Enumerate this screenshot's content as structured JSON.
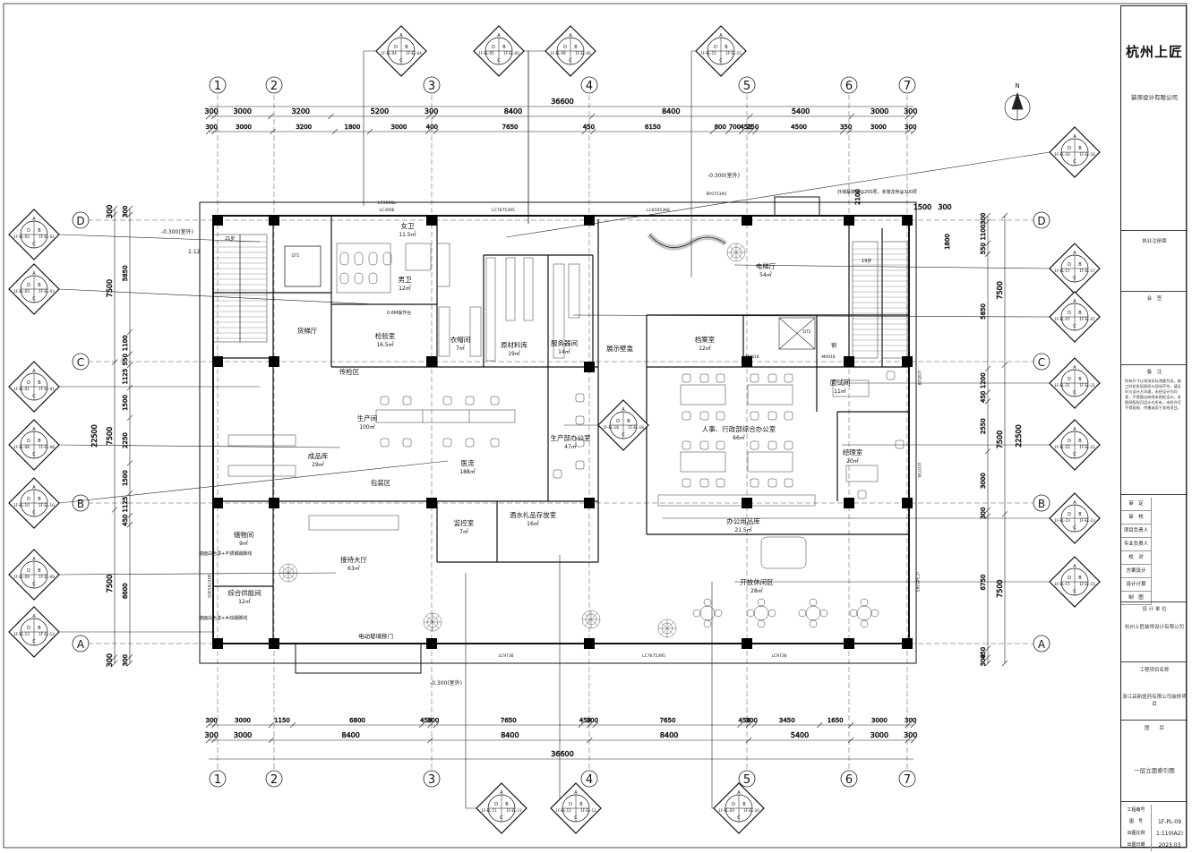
{
  "grid": {
    "columns": [
      "1",
      "2",
      "3",
      "4",
      "5",
      "6",
      "7"
    ],
    "rows": [
      "D",
      "C",
      "B",
      "A"
    ]
  },
  "dimensions": {
    "top_total": "36600",
    "top_row1": [
      "300",
      "3000",
      "3200",
      "5200",
      "300",
      "8400",
      "8400",
      "5400",
      "3000",
      "300"
    ],
    "top_row2": [
      "300",
      "3000",
      "3200",
      "1800",
      "3000",
      "400",
      "7650",
      "450",
      "6150",
      "800",
      "700",
      "450",
      "250",
      "4500",
      "350",
      "3000",
      "300"
    ],
    "bottom_row1": [
      "300",
      "3000",
      "1150",
      "6800",
      "450",
      "300",
      "7650",
      "450",
      "300",
      "7650",
      "450",
      "300",
      "3450",
      "1650",
      "3000",
      "300"
    ],
    "bottom_row2": [
      "300",
      "3000",
      "8400",
      "8400",
      "8400",
      "5400",
      "3000",
      "300"
    ],
    "bottom_total": "36600",
    "left_total": "22500",
    "left_outer": [
      "300",
      "7500",
      "7500",
      "7500",
      "300"
    ],
    "left_inner": [
      "300",
      "5850",
      "1100",
      "550",
      "1125",
      "1500",
      "2250",
      "1500",
      "1125",
      "450",
      "6600",
      "300"
    ],
    "right_total": "22500",
    "right_outer": [
      "7500",
      "7500",
      "7500"
    ],
    "right_inner": [
      "300",
      "1100",
      "550",
      "5850",
      "1200",
      "450",
      "2550",
      "3000",
      "300",
      "6750",
      "450",
      "300"
    ],
    "right_top_pair": [
      "1500",
      "300"
    ],
    "right_top_extra": [
      "1800",
      "2100"
    ]
  },
  "rooms": [
    {
      "id": "female-wc",
      "name": "女卫",
      "area": "11.5㎡"
    },
    {
      "id": "male-wc",
      "name": "男卫",
      "area": "12㎡"
    },
    {
      "id": "freight-lobby",
      "name": "货梯厅",
      "area": ""
    },
    {
      "id": "inspection",
      "name": "检验室",
      "area": "16.5㎡"
    },
    {
      "id": "changing",
      "name": "衣帽间",
      "area": "7㎡"
    },
    {
      "id": "raw-storage",
      "name": "原材料库",
      "area": "19㎡"
    },
    {
      "id": "server",
      "name": "服务器间",
      "area": "14㎡"
    },
    {
      "id": "transfer",
      "name": "传检区",
      "area": ""
    },
    {
      "id": "production",
      "name": "生产间",
      "area": "100㎡"
    },
    {
      "id": "finished",
      "name": "成品库",
      "area": "29㎡"
    },
    {
      "id": "packing",
      "name": "包装区",
      "area": ""
    },
    {
      "id": "corridor",
      "name": "医流",
      "area": "188㎡"
    },
    {
      "id": "prod-office",
      "name": "生产部办公室",
      "area": "47㎡"
    },
    {
      "id": "display",
      "name": "展示壁龛",
      "area": ""
    },
    {
      "id": "elevator-lobby",
      "name": "电梯厅",
      "area": "54㎡"
    },
    {
      "id": "archive",
      "name": "档案室",
      "area": "12㎡"
    },
    {
      "id": "interview",
      "name": "面试间",
      "area": "11㎡"
    },
    {
      "id": "hr-office",
      "name": "人事、行政部综合办公室",
      "area": "66㎡"
    },
    {
      "id": "manager",
      "name": "经理室",
      "area": "20㎡"
    },
    {
      "id": "storage",
      "name": "储物间",
      "area": "9㎡"
    },
    {
      "id": "reception",
      "name": "接待大厅",
      "area": "63㎡"
    },
    {
      "id": "monitor",
      "name": "监控室",
      "area": "7㎡"
    },
    {
      "id": "wine-store",
      "name": "酒水礼品存放室",
      "area": "16㎡"
    },
    {
      "id": "office-supply",
      "name": "办公用品库",
      "area": "21.5㎡"
    },
    {
      "id": "leisure",
      "name": "开放休闲区",
      "area": "28㎡"
    },
    {
      "id": "utility",
      "name": "综合供能间",
      "area": "12㎡"
    }
  ],
  "labels": {
    "bench": "0.6M操作台",
    "auto_door": "电动玻璃移门",
    "stair_left": "21步",
    "stair_right": "19步",
    "level_top": "-0.300(室外)",
    "level_top2": "-0.300(室外)",
    "level_bottom": "-0.300(室外)",
    "glass_wall": "外墙幕玻璃@200厚，未墙龙骨@300厚",
    "wall_note_1": "墙面白色漆+不锈钢踢脚线",
    "wall_note_2": "墙面白色漆+木纹踢脚线",
    "ramp": "1:12",
    "steel": "钢",
    "door_tags": [
      "LC3006b",
      "LC3006",
      "LC7675395",
      "LC6505368",
      "BY075395",
      "M0818",
      "M0918",
      "LC8528",
      "LC0736",
      "LC9736",
      "LC7675395",
      "LC9736",
      "LC345395",
      "BY0765305",
      "DT1",
      "DT2"
    ]
  },
  "elevation_markers": {
    "top": [
      {
        "n": "A",
        "s": "D",
        "w": "1F-EL-04",
        "e": "1F-EL-04",
        "c": "C"
      },
      {
        "n": "A",
        "s": "D",
        "w": "1F-EL-05",
        "e": "1F-EL-05",
        "c": "C"
      },
      {
        "n": "A",
        "s": "D",
        "w": "1F-EL-06",
        "e": "1F-EL-06",
        "c": "C"
      },
      {
        "n": "A",
        "s": "D",
        "w": "1F-EL-15",
        "e": "1F-EL-15",
        "c": "C"
      }
    ],
    "bottom": [
      {
        "n": "A",
        "s": "D",
        "w": "1F-EL-11",
        "e": "1F-EL-11",
        "c": "C"
      },
      {
        "n": "A",
        "s": "D",
        "w": "1F-EL-12",
        "e": "1F-EL-12",
        "c": "C"
      },
      {
        "n": "A",
        "s": "D",
        "w": "1F-EL-20",
        "e": "1F-EL-20",
        "c": "C"
      }
    ],
    "left": [
      {
        "n": "A",
        "s": "D",
        "w": "1F-EL-02",
        "e": "1F-EL-02",
        "c": "C"
      },
      {
        "n": "A",
        "s": "D",
        "w": "1F-EL-03",
        "e": "1F-EL-03",
        "c": "C"
      },
      {
        "n": "A",
        "s": "D",
        "w": "1F-EL-01",
        "e": "1F-EL-01",
        "c": "C"
      },
      {
        "n": "A",
        "s": "D",
        "w": "1F-EL-08",
        "e": "1F-EL-08",
        "c": "C"
      },
      {
        "n": "A",
        "s": "D",
        "w": "1F-EL-10",
        "e": "1F-EL-10",
        "c": "C"
      },
      {
        "n": "A",
        "s": "D",
        "w": "1F-EL-09",
        "e": "1F-EL-09",
        "c": "C"
      },
      {
        "n": "A",
        "s": "D",
        "w": "1F-EL-13",
        "e": "1F-EL-13",
        "c": "C"
      }
    ],
    "right": [
      {
        "n": "A",
        "s": "D",
        "w": "1F-EL-16",
        "e": "1F-EL-16",
        "c": "C"
      },
      {
        "n": "A",
        "s": "D",
        "w": "1F-EL-17",
        "e": "1F-EL-17",
        "c": "C"
      },
      {
        "n": "A",
        "s": "D",
        "w": "1F-EL-07",
        "e": "1F-EL-07",
        "c": "C"
      },
      {
        "n": "A",
        "s": "D",
        "w": "1F-EL-21",
        "e": "1F-EL-21",
        "c": "C"
      },
      {
        "n": "A",
        "s": "D",
        "w": "1F-EL-22",
        "e": "1F-EL-22",
        "c": "C"
      },
      {
        "n": "A",
        "s": "D",
        "w": "1F-EL-23",
        "e": "1F-EL-23",
        "c": "C"
      },
      {
        "n": "A",
        "s": "D",
        "w": "1F-EL-15",
        "e": "1F-EL-15",
        "c": "C"
      }
    ],
    "center": {
      "n": "A",
      "s": "D",
      "w": "1F-EL-18",
      "e": "1F-EL-18",
      "c": "C"
    }
  },
  "north": "N",
  "title_block": {
    "company": "杭州上匠",
    "company_sub": "装饰设计有限公司",
    "registered_seal": "执业注册章",
    "countersign": "会　签",
    "notes_title": "备　注",
    "notes": "所有尺寸以现场实际测量为准，施工时如发现图纸与现场不符，请及时与设计方沟通，未经设计方同意，不得擅自修改本图纸设计。本图纸版权归设计方所有，未经许可不得复制、传播或用于其他项目。",
    "roles": [
      "审　定",
      "审　核",
      "项目负责人",
      "专业负责人",
      "校　对",
      "方案设计",
      "设计计算",
      "制　图"
    ],
    "design_unit_label": "设 计 单 位",
    "design_unit": "杭州上匠装饰设计有限公司",
    "project_label": "工程项目名称",
    "project": "浙江高新医药有限公司装修项目",
    "drawing_label": "图　　目",
    "drawing": "一层立面索引图",
    "meta": [
      {
        "label": "工程编号",
        "value": ""
      },
      {
        "label": "图　号",
        "value": "1F-PL-09"
      },
      {
        "label": "出图比例",
        "value": "1:110(A2)"
      },
      {
        "label": "出图日期",
        "value": "2023.03"
      }
    ]
  }
}
